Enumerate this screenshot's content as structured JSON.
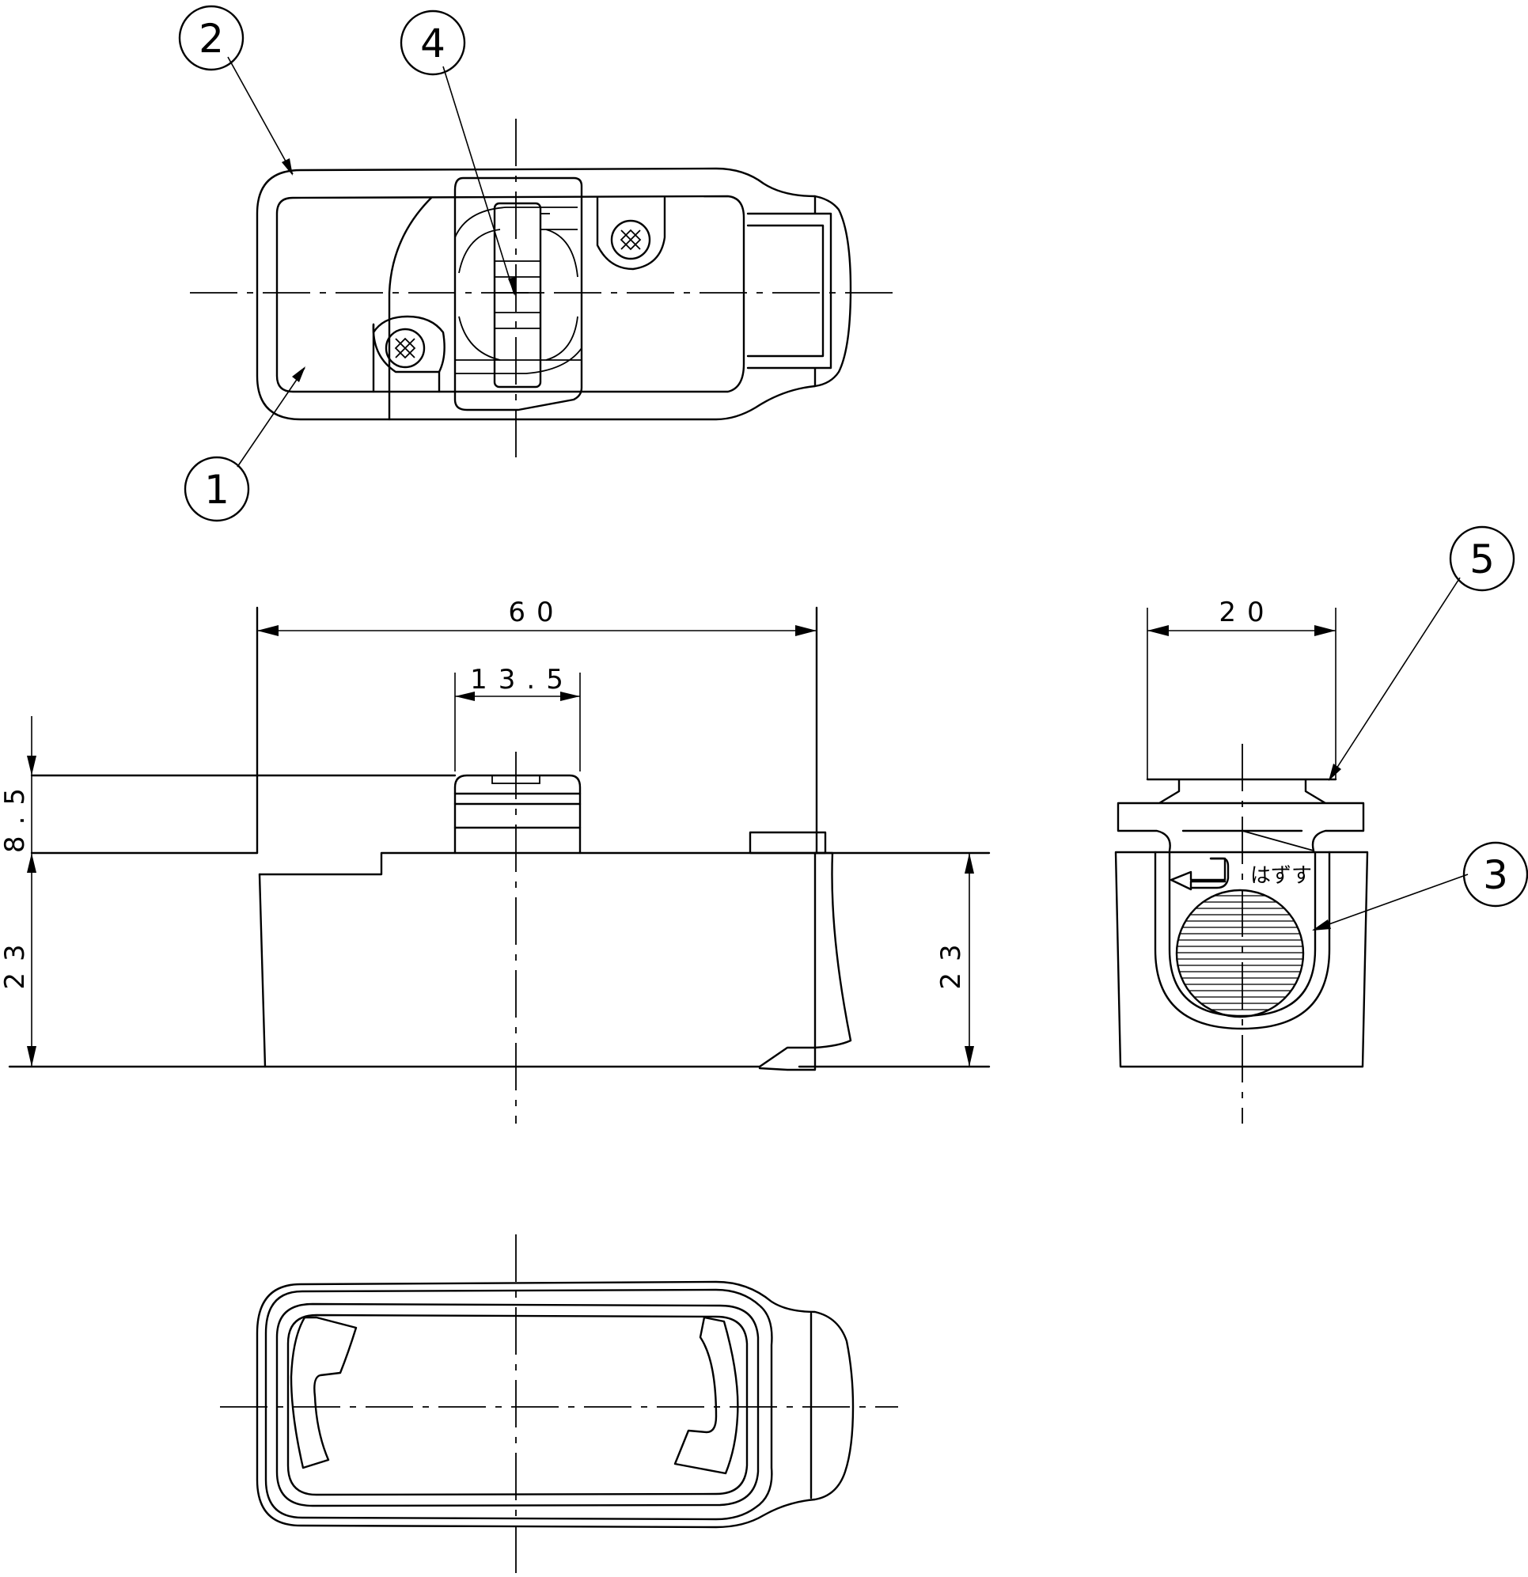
{
  "balloons": [
    {
      "id": "b1",
      "label": "1"
    },
    {
      "id": "b2",
      "label": "2"
    },
    {
      "id": "b3",
      "label": "3"
    },
    {
      "id": "b4",
      "label": "4"
    },
    {
      "id": "b5",
      "label": "5"
    }
  ],
  "dimensions": {
    "overall_length": "60",
    "knob_width": "13.5",
    "body_height_left": "23",
    "body_height_right": "23",
    "knob_height": "8.5",
    "side_width": "20"
  },
  "labels": {
    "release_text": "はずす"
  }
}
